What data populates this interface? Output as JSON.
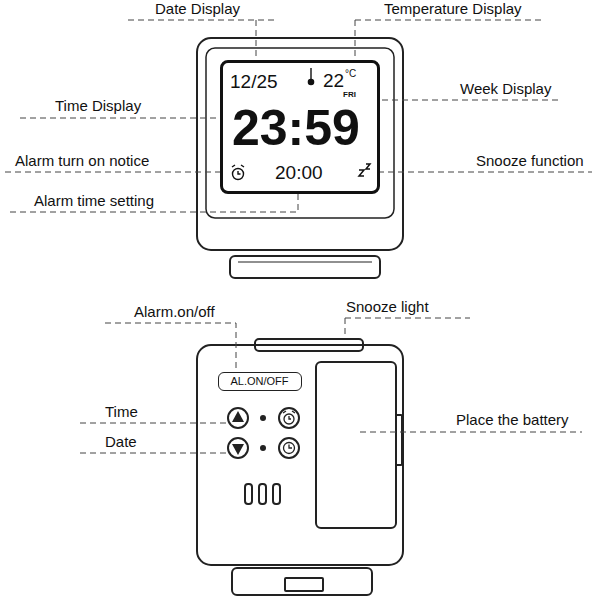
{
  "diagram": {
    "nodes": [
      {
        "text": [
          "12/25",
          "22",
          "°C",
          "FRI",
          "23:59",
          "20:00"
        ]
      },
      {
        "text": [
          "AL.ON/OFF"
        ]
      }
    ],
    "labels": [
      "Date Display",
      "Temperature Display",
      "Time Display",
      "Week Display",
      "Alarm turn on notice",
      "Snooze function",
      "Alarm time setting",
      "Alarm.on/off",
      "Snooze light",
      "Time",
      "Date",
      "Place the battery"
    ]
  }
}
